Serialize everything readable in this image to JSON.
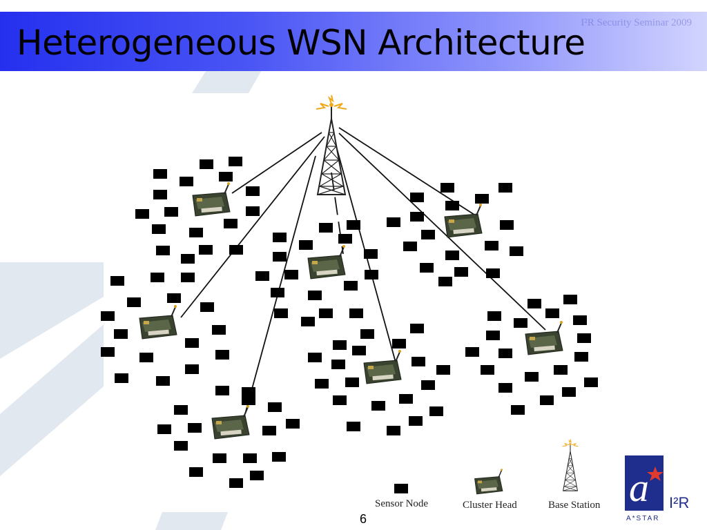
{
  "slide": {
    "title": "Heterogeneous WSN Architecture",
    "header_ghost_text": "I²R Security Seminar 2009",
    "page_number": "6"
  },
  "legend": {
    "sensor_node": "Sensor Node",
    "cluster_head": "Cluster Head",
    "base_station": "Base Station"
  },
  "logo": {
    "brand_letter": "a",
    "brand_name": "A*STAR",
    "institute": "I²R"
  },
  "colors": {
    "title_gradient_start": "#2430ee",
    "title_gradient_end": "#d2d4fe",
    "sensor_node": "#000000",
    "cluster_board": "#2f3a28",
    "watermark": "#e2e8ef",
    "logo_navy": "#1f2e8c",
    "logo_star": "#e23a2d"
  },
  "icons": [
    "sensor-node-icon",
    "cluster-head-icon",
    "base-station-icon",
    "antenna-icon",
    "astar-logo-icon"
  ]
}
